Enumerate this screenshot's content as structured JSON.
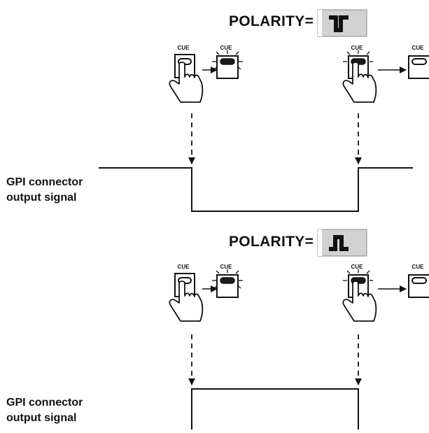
{
  "sections": [
    {
      "polarity_label": "POLARITY=",
      "polarity_icon": "active-low-pulse-icon",
      "signal_label_line1": "GPI connector",
      "signal_label_line2": "output signal",
      "cue_label": "CUE"
    },
    {
      "polarity_label": "POLARITY=",
      "polarity_icon": "active-high-pulse-icon",
      "signal_label_line1": "GPI connector",
      "signal_label_line2": "output signal",
      "cue_label": "CUE"
    }
  ],
  "colors": {
    "stroke": "#111111",
    "polarity_box": "#d2d2d2",
    "lamp_lit": "#1a1a1a",
    "lamp_off": "#ffffff"
  }
}
